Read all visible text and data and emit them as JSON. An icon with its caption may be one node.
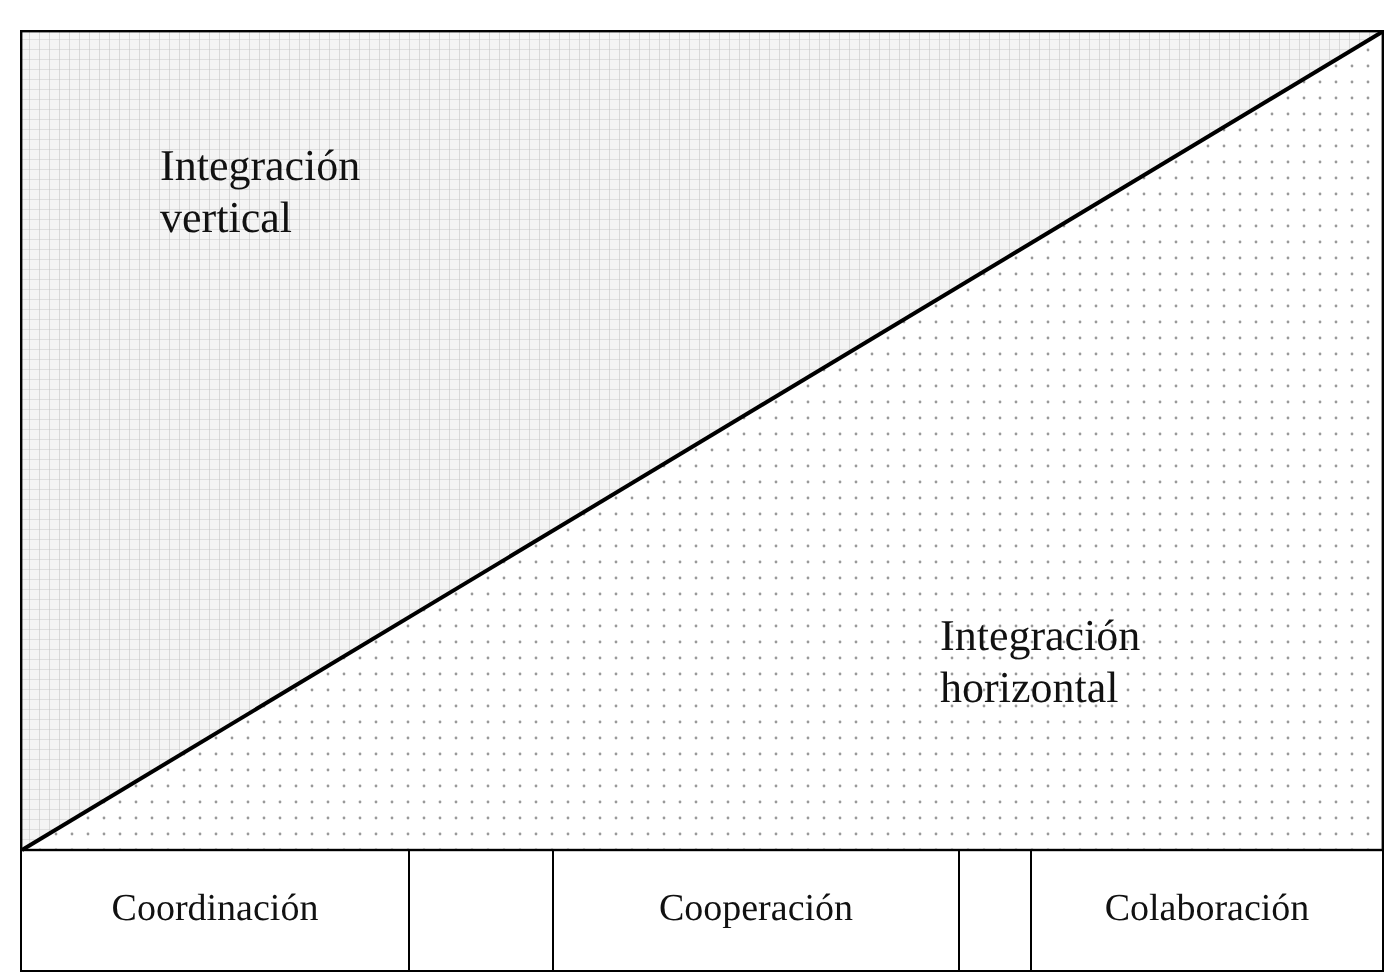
{
  "diagram": {
    "nodes": [
      {
        "text": [
          "Integración vertical"
        ]
      },
      {
        "text": [
          "Integración horizontal"
        ]
      }
    ],
    "edges": [],
    "labels": [
      "Coordinación",
      "Cooperación",
      "Colaboración"
    ]
  }
}
